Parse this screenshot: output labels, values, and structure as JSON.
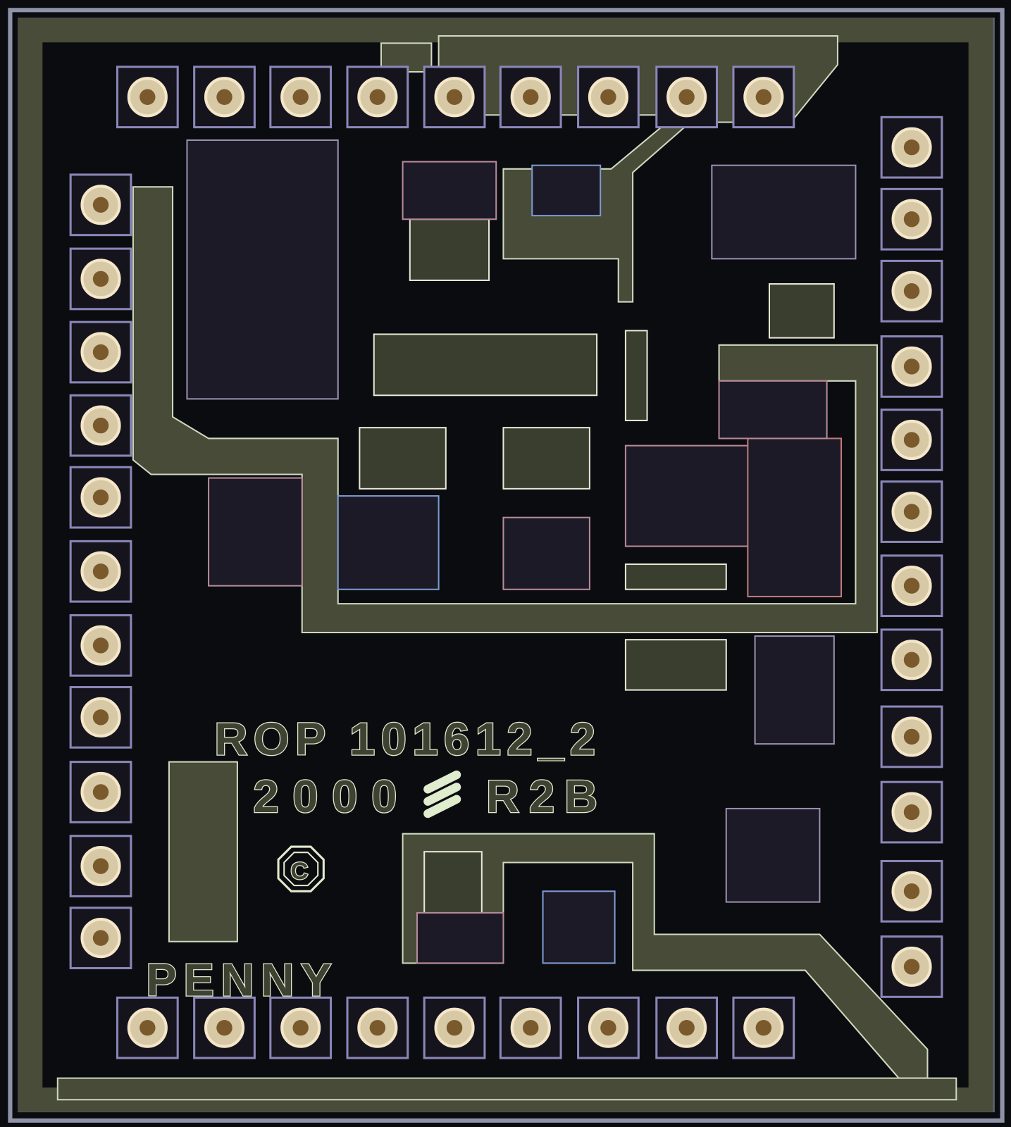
{
  "markings": {
    "part_number": "ROP 101612_2",
    "year": "2000",
    "revision": "R2B",
    "copyright": "C",
    "name": "PENNY"
  },
  "colors": {
    "substrate": "#0b0c10",
    "metal": "#484c38",
    "metal_edge": "#cfd9c0",
    "pad_glow": "#f4e6c8",
    "pad_ring": "#8a86b8",
    "circuit_pink": "#b78a9a",
    "circuit_blue": "#7e9ad0"
  }
}
